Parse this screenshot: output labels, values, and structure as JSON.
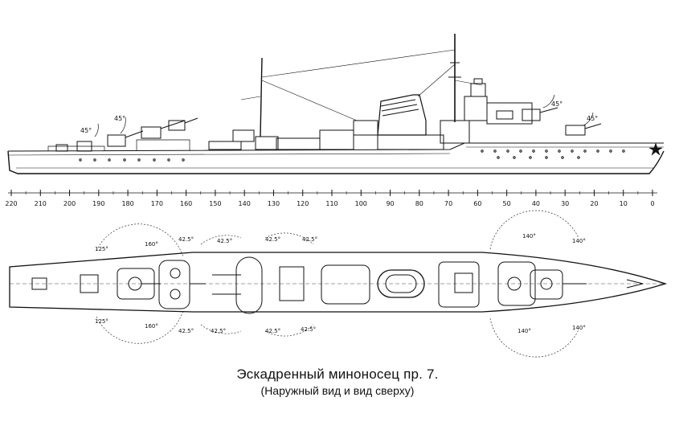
{
  "title": "Эскадренный миноносец пр. 7.",
  "subtitle": "(Наружный вид и вид сверху)",
  "frame_scale": [
    "220",
    "210",
    "200",
    "190",
    "180",
    "170",
    "160",
    "150",
    "140",
    "130",
    "120",
    "110",
    "100",
    "90",
    "80",
    "70",
    "60",
    "50",
    "40",
    "30",
    "20",
    "10",
    "0"
  ],
  "side_view_angles": [
    "45°",
    "45°",
    "45°",
    "45°"
  ],
  "plan_view_angles": [
    "125°",
    "160°",
    "42.5°",
    "42.5°",
    "42.5°",
    "42.5°",
    "140°",
    "140°",
    "125°",
    "160°",
    "42.5°",
    "42.5°",
    "42.5°",
    "42.5°",
    "140°",
    "140°"
  ],
  "colors": {
    "ink": "#111111",
    "paper": "#ffffff"
  }
}
